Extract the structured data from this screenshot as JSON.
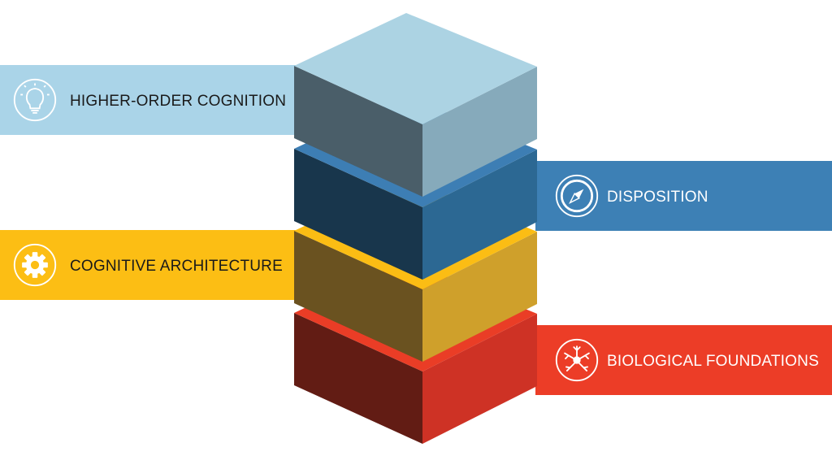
{
  "layers": [
    {
      "key": "higher-order-cognition",
      "label": "HIGHER-ORDER COGNITION",
      "icon": "lightbulb-icon",
      "side": "left",
      "colors": {
        "banner": "#aad4e8",
        "top": "#acd3e3",
        "left": "#4a5e69",
        "right": "#86aabb",
        "text": "#1a1a1a"
      }
    },
    {
      "key": "disposition",
      "label": "DISPOSITION",
      "icon": "compass-icon",
      "side": "right",
      "colors": {
        "banner": "#3d80b5",
        "top": "#3d7eb4",
        "left": "#18364c",
        "right": "#2c6893",
        "text": "#ffffff"
      }
    },
    {
      "key": "cognitive-architecture",
      "label": "COGNITIVE ARCHITECTURE",
      "icon": "gear-icon",
      "side": "left",
      "colors": {
        "banner": "#fcbe14",
        "top": "#fbbd14",
        "left": "#6a5220",
        "right": "#cfa02b",
        "text": "#1a1a1a"
      }
    },
    {
      "key": "biological-foundations",
      "label": "BIOLOGICAL FOUNDATIONS",
      "icon": "neuron-icon",
      "side": "right",
      "colors": {
        "banner": "#ec3d27",
        "top": "#ea3d26",
        "left": "#621c14",
        "right": "#ce3225",
        "text": "#ffffff"
      }
    }
  ]
}
